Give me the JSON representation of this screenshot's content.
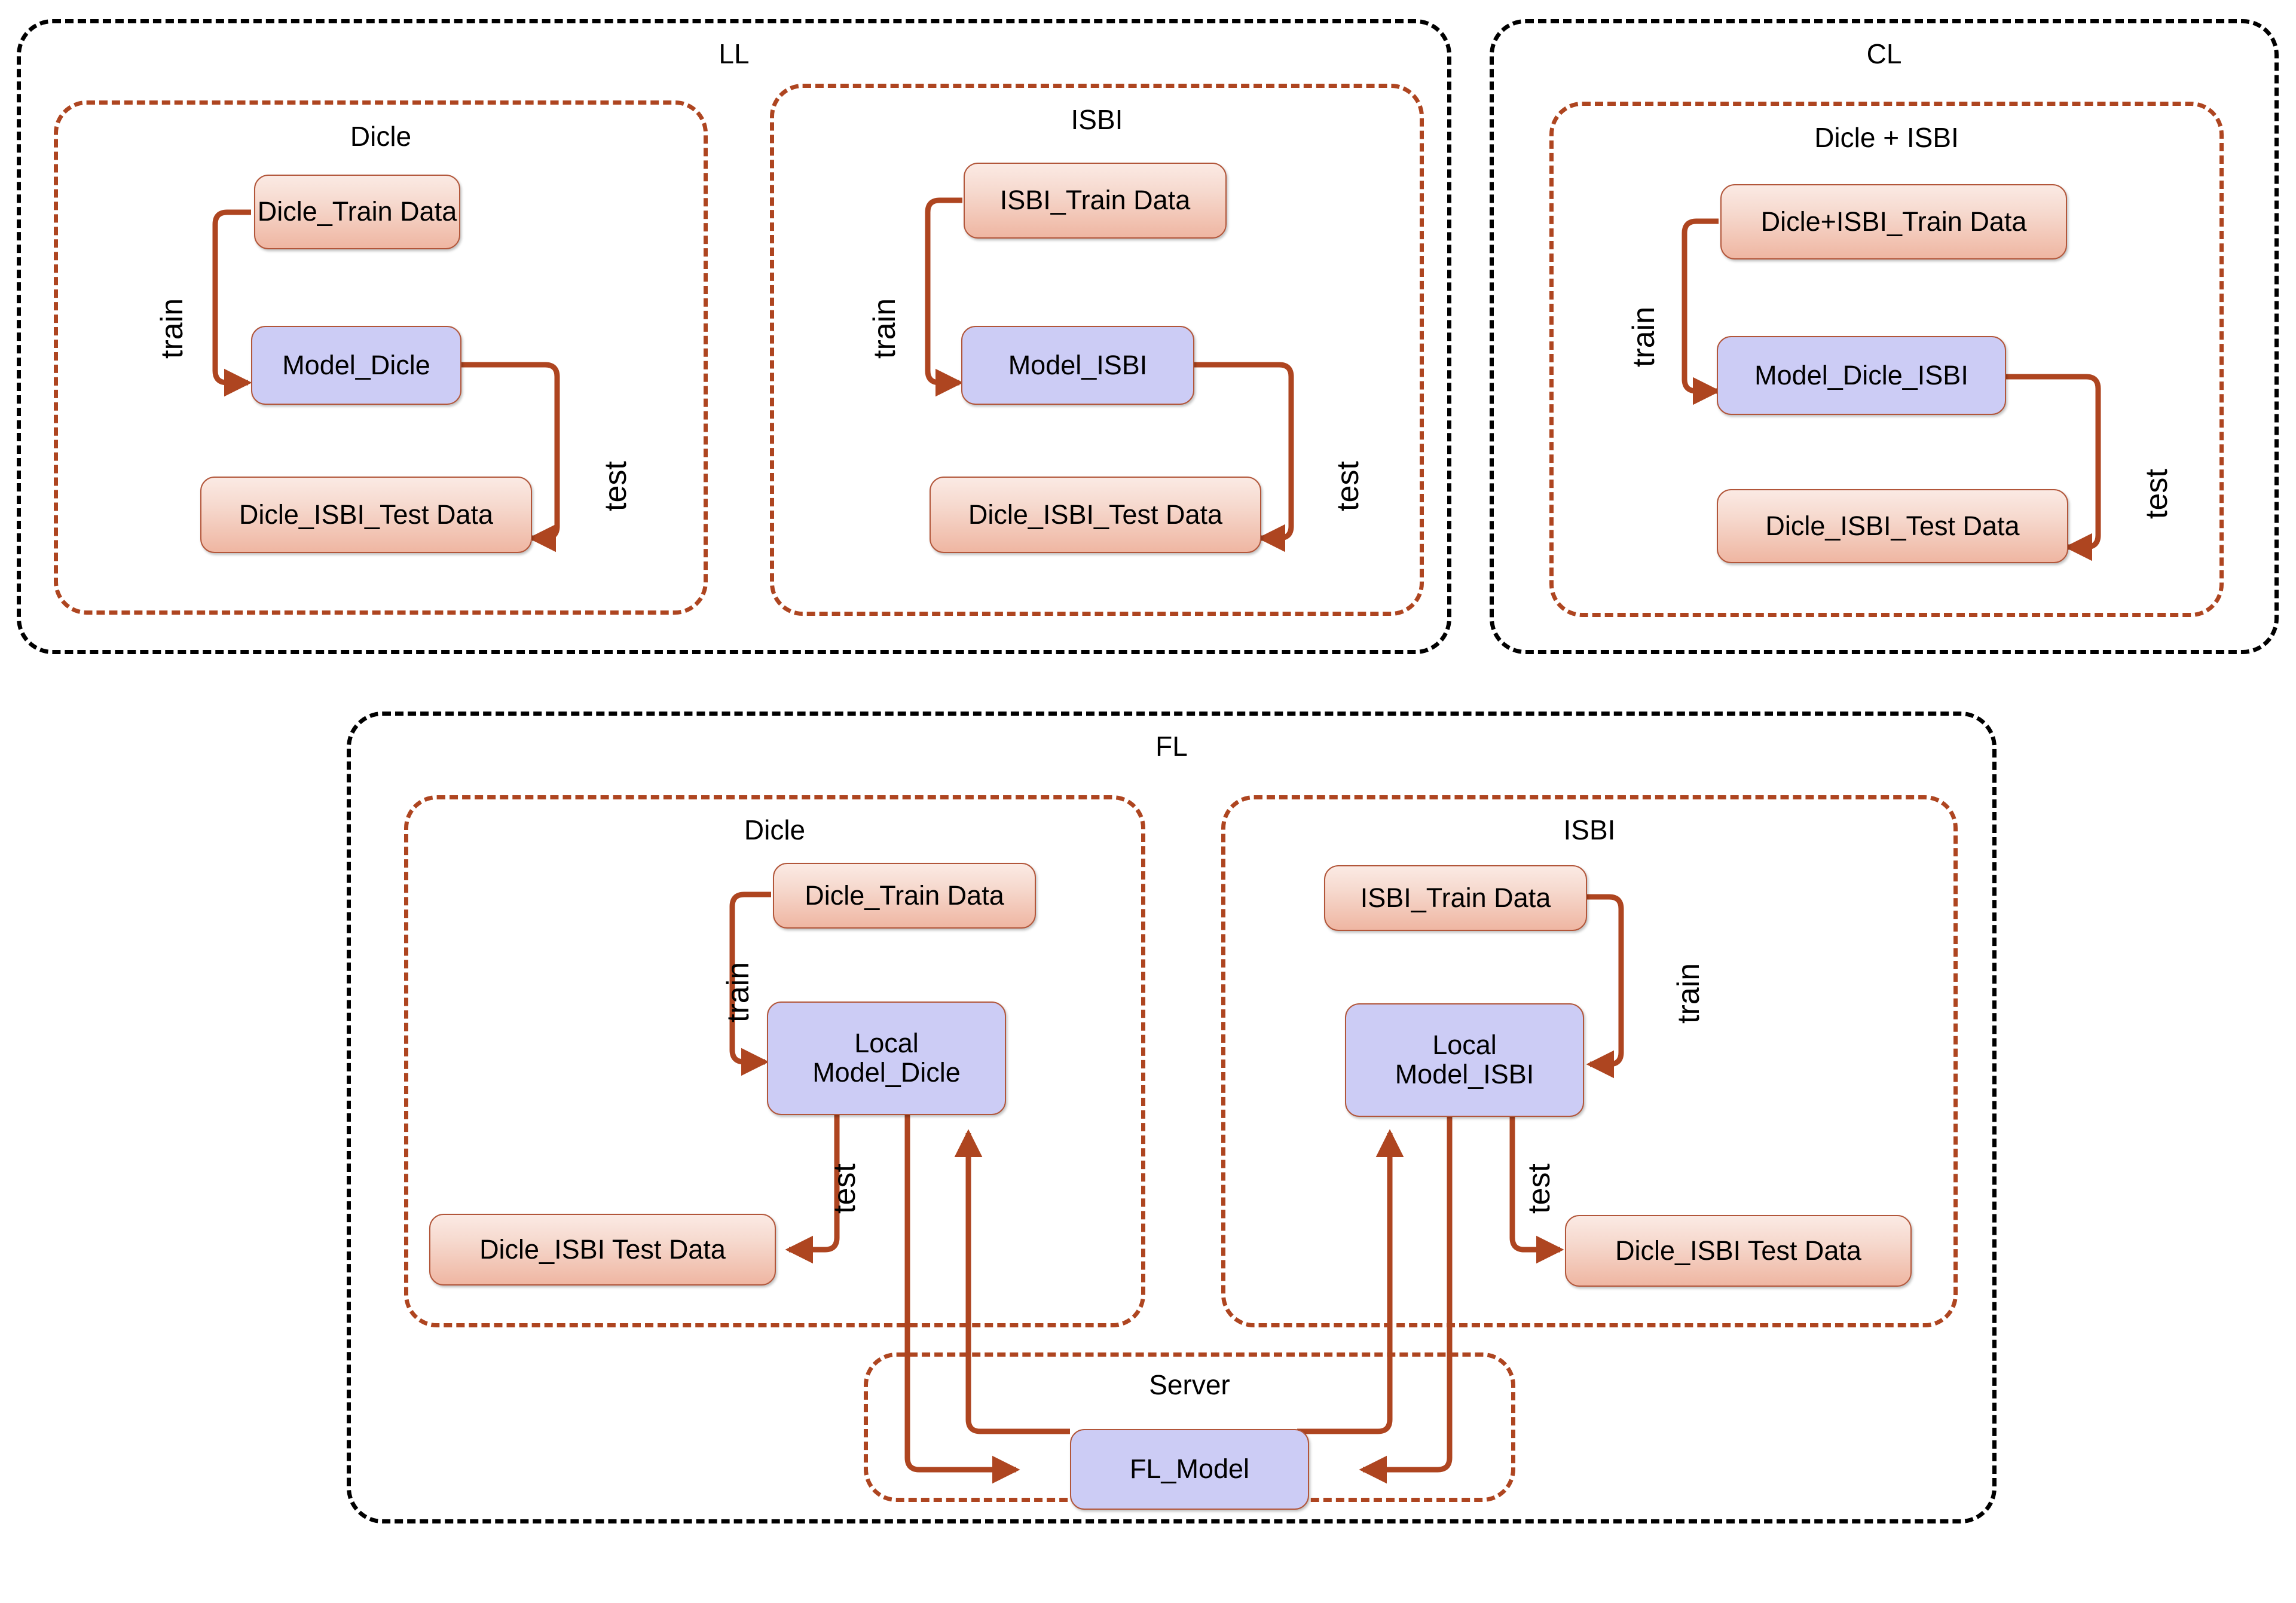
{
  "diagram": {
    "title": "Learning strategy comparison: Local Learning, Centralized Learning and Federated Learning",
    "accent_brown": "#AE4520",
    "node_data_fill": "#EFB6A2",
    "node_model_fill": "#CCCCF5",
    "panel_border_outer": "#000000",
    "panel_border_inner": "#AE4520"
  },
  "panels": {
    "ll": {
      "label": "LL",
      "clients": [
        {
          "label": "Dicle",
          "nodes": {
            "train_data": "Dicle_Train Data",
            "model": "Model_Dicle",
            "test_data": "Dicle_ISBI_Test Data"
          },
          "edges": {
            "train": "train",
            "test": "test"
          }
        },
        {
          "label": "ISBI",
          "nodes": {
            "train_data": "ISBI_Train Data",
            "model": "Model_ISBI",
            "test_data": "Dicle_ISBI_Test Data"
          },
          "edges": {
            "train": "train",
            "test": "test"
          }
        }
      ]
    },
    "cl": {
      "label": "CL",
      "clients": [
        {
          "label": "Dicle + ISBI",
          "nodes": {
            "train_data": "Dicle+ISBI_Train Data",
            "model": "Model_Dicle_ISBI",
            "test_data": "Dicle_ISBI_Test Data"
          },
          "edges": {
            "train": "train",
            "test": "test"
          }
        }
      ]
    },
    "fl": {
      "label": "FL",
      "clients": [
        {
          "label": "Dicle",
          "nodes": {
            "train_data": "Dicle_Train Data",
            "model": "Local\nModel_Dicle",
            "test_data": "Dicle_ISBI Test Data"
          },
          "edges": {
            "train": "train",
            "test": "test"
          }
        },
        {
          "label": "ISBI",
          "nodes": {
            "train_data": "ISBI_Train Data",
            "model": "Local\nModel_ISBI",
            "test_data": "Dicle_ISBI Test Data"
          },
          "edges": {
            "train": "train",
            "test": "test"
          }
        }
      ],
      "server": {
        "label": "Server",
        "nodes": {
          "global_model": "FL_Model"
        }
      }
    }
  },
  "chart_data": {
    "type": "diagram",
    "title": "LL / CL / FL training and testing workflows",
    "groups": [
      {
        "id": "LL",
        "label": "LL",
        "subgroups": [
          {
            "id": "LL-Dicle",
            "label": "Dicle",
            "nodes": [
              "Dicle_Train Data",
              "Model_Dicle",
              "Dicle_ISBI_Test Data"
            ],
            "edges": [
              {
                "from": "Dicle_Train Data",
                "to": "Model_Dicle",
                "label": "train"
              },
              {
                "from": "Model_Dicle",
                "to": "Dicle_ISBI_Test Data",
                "label": "test"
              }
            ]
          },
          {
            "id": "LL-ISBI",
            "label": "ISBI",
            "nodes": [
              "ISBI_Train Data",
              "Model_ISBI",
              "Dicle_ISBI_Test Data"
            ],
            "edges": [
              {
                "from": "ISBI_Train Data",
                "to": "Model_ISBI",
                "label": "train"
              },
              {
                "from": "Model_ISBI",
                "to": "Dicle_ISBI_Test Data",
                "label": "test"
              }
            ]
          }
        ]
      },
      {
        "id": "CL",
        "label": "CL",
        "subgroups": [
          {
            "id": "CL-DicleISBI",
            "label": "Dicle + ISBI",
            "nodes": [
              "Dicle+ISBI_Train Data",
              "Model_Dicle_ISBI",
              "Dicle_ISBI_Test Data"
            ],
            "edges": [
              {
                "from": "Dicle+ISBI_Train Data",
                "to": "Model_Dicle_ISBI",
                "label": "train"
              },
              {
                "from": "Model_Dicle_ISBI",
                "to": "Dicle_ISBI_Test Data",
                "label": "test"
              }
            ]
          }
        ]
      },
      {
        "id": "FL",
        "label": "FL",
        "subgroups": [
          {
            "id": "FL-Dicle",
            "label": "Dicle",
            "nodes": [
              "Dicle_Train Data",
              "Local Model_Dicle",
              "Dicle_ISBI Test Data"
            ],
            "edges": [
              {
                "from": "Dicle_Train Data",
                "to": "Local Model_Dicle",
                "label": "train"
              },
              {
                "from": "Local Model_Dicle",
                "to": "Dicle_ISBI Test Data",
                "label": "test"
              },
              {
                "from": "Local Model_Dicle",
                "to": "FL_Model",
                "label": ""
              },
              {
                "from": "FL_Model",
                "to": "Local Model_Dicle",
                "label": ""
              }
            ]
          },
          {
            "id": "FL-ISBI",
            "label": "ISBI",
            "nodes": [
              "ISBI_Train Data",
              "Local Model_ISBI",
              "Dicle_ISBI Test Data"
            ],
            "edges": [
              {
                "from": "ISBI_Train Data",
                "to": "Local Model_ISBI",
                "label": "train"
              },
              {
                "from": "Local Model_ISBI",
                "to": "Dicle_ISBI Test Data",
                "label": "test"
              },
              {
                "from": "Local Model_ISBI",
                "to": "FL_Model",
                "label": ""
              },
              {
                "from": "FL_Model",
                "to": "Local Model_ISBI",
                "label": ""
              }
            ]
          },
          {
            "id": "FL-Server",
            "label": "Server",
            "nodes": [
              "FL_Model"
            ],
            "edges": []
          }
        ]
      }
    ]
  }
}
